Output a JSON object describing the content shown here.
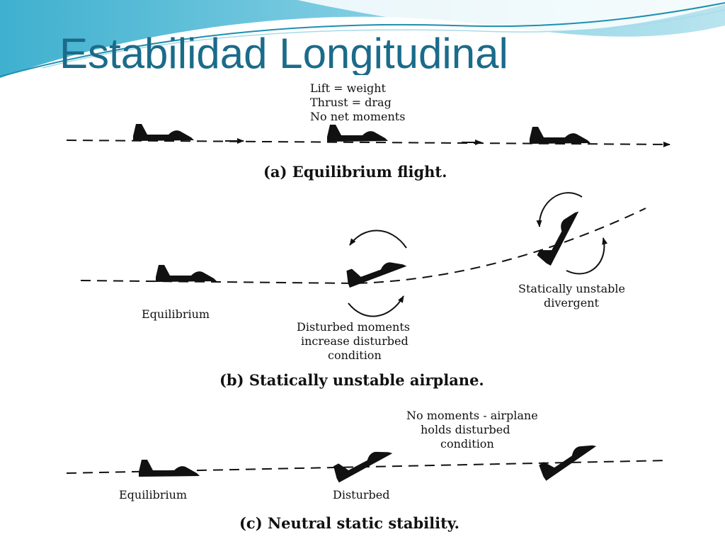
{
  "slide": {
    "title": "Estabilidad Longitudinal"
  },
  "figure": {
    "a": {
      "note_lines": [
        "Lift = weight",
        "Thrust = drag",
        "No net moments"
      ],
      "caption": "(a) Equilibrium flight."
    },
    "b": {
      "label_equilibrium": "Equilibrium",
      "disturbed_lines": [
        "Disturbed moments",
        "increase disturbed",
        "condition"
      ],
      "unstable_lines": [
        "Statically unstable",
        "divergent"
      ],
      "caption": "(b) Statically unstable airplane."
    },
    "c": {
      "note_lines": [
        "No moments - airplane",
        "holds disturbed",
        "condition"
      ],
      "label_equilibrium": "Equilibrium",
      "label_disturbed": "Disturbed",
      "caption": "(c) Neutral static stability."
    }
  },
  "colors": {
    "title": "#1b6b8a",
    "header_wave_dark": "#2aa3c4",
    "header_wave_light": "#bfe6f0",
    "ink": "#111111"
  }
}
